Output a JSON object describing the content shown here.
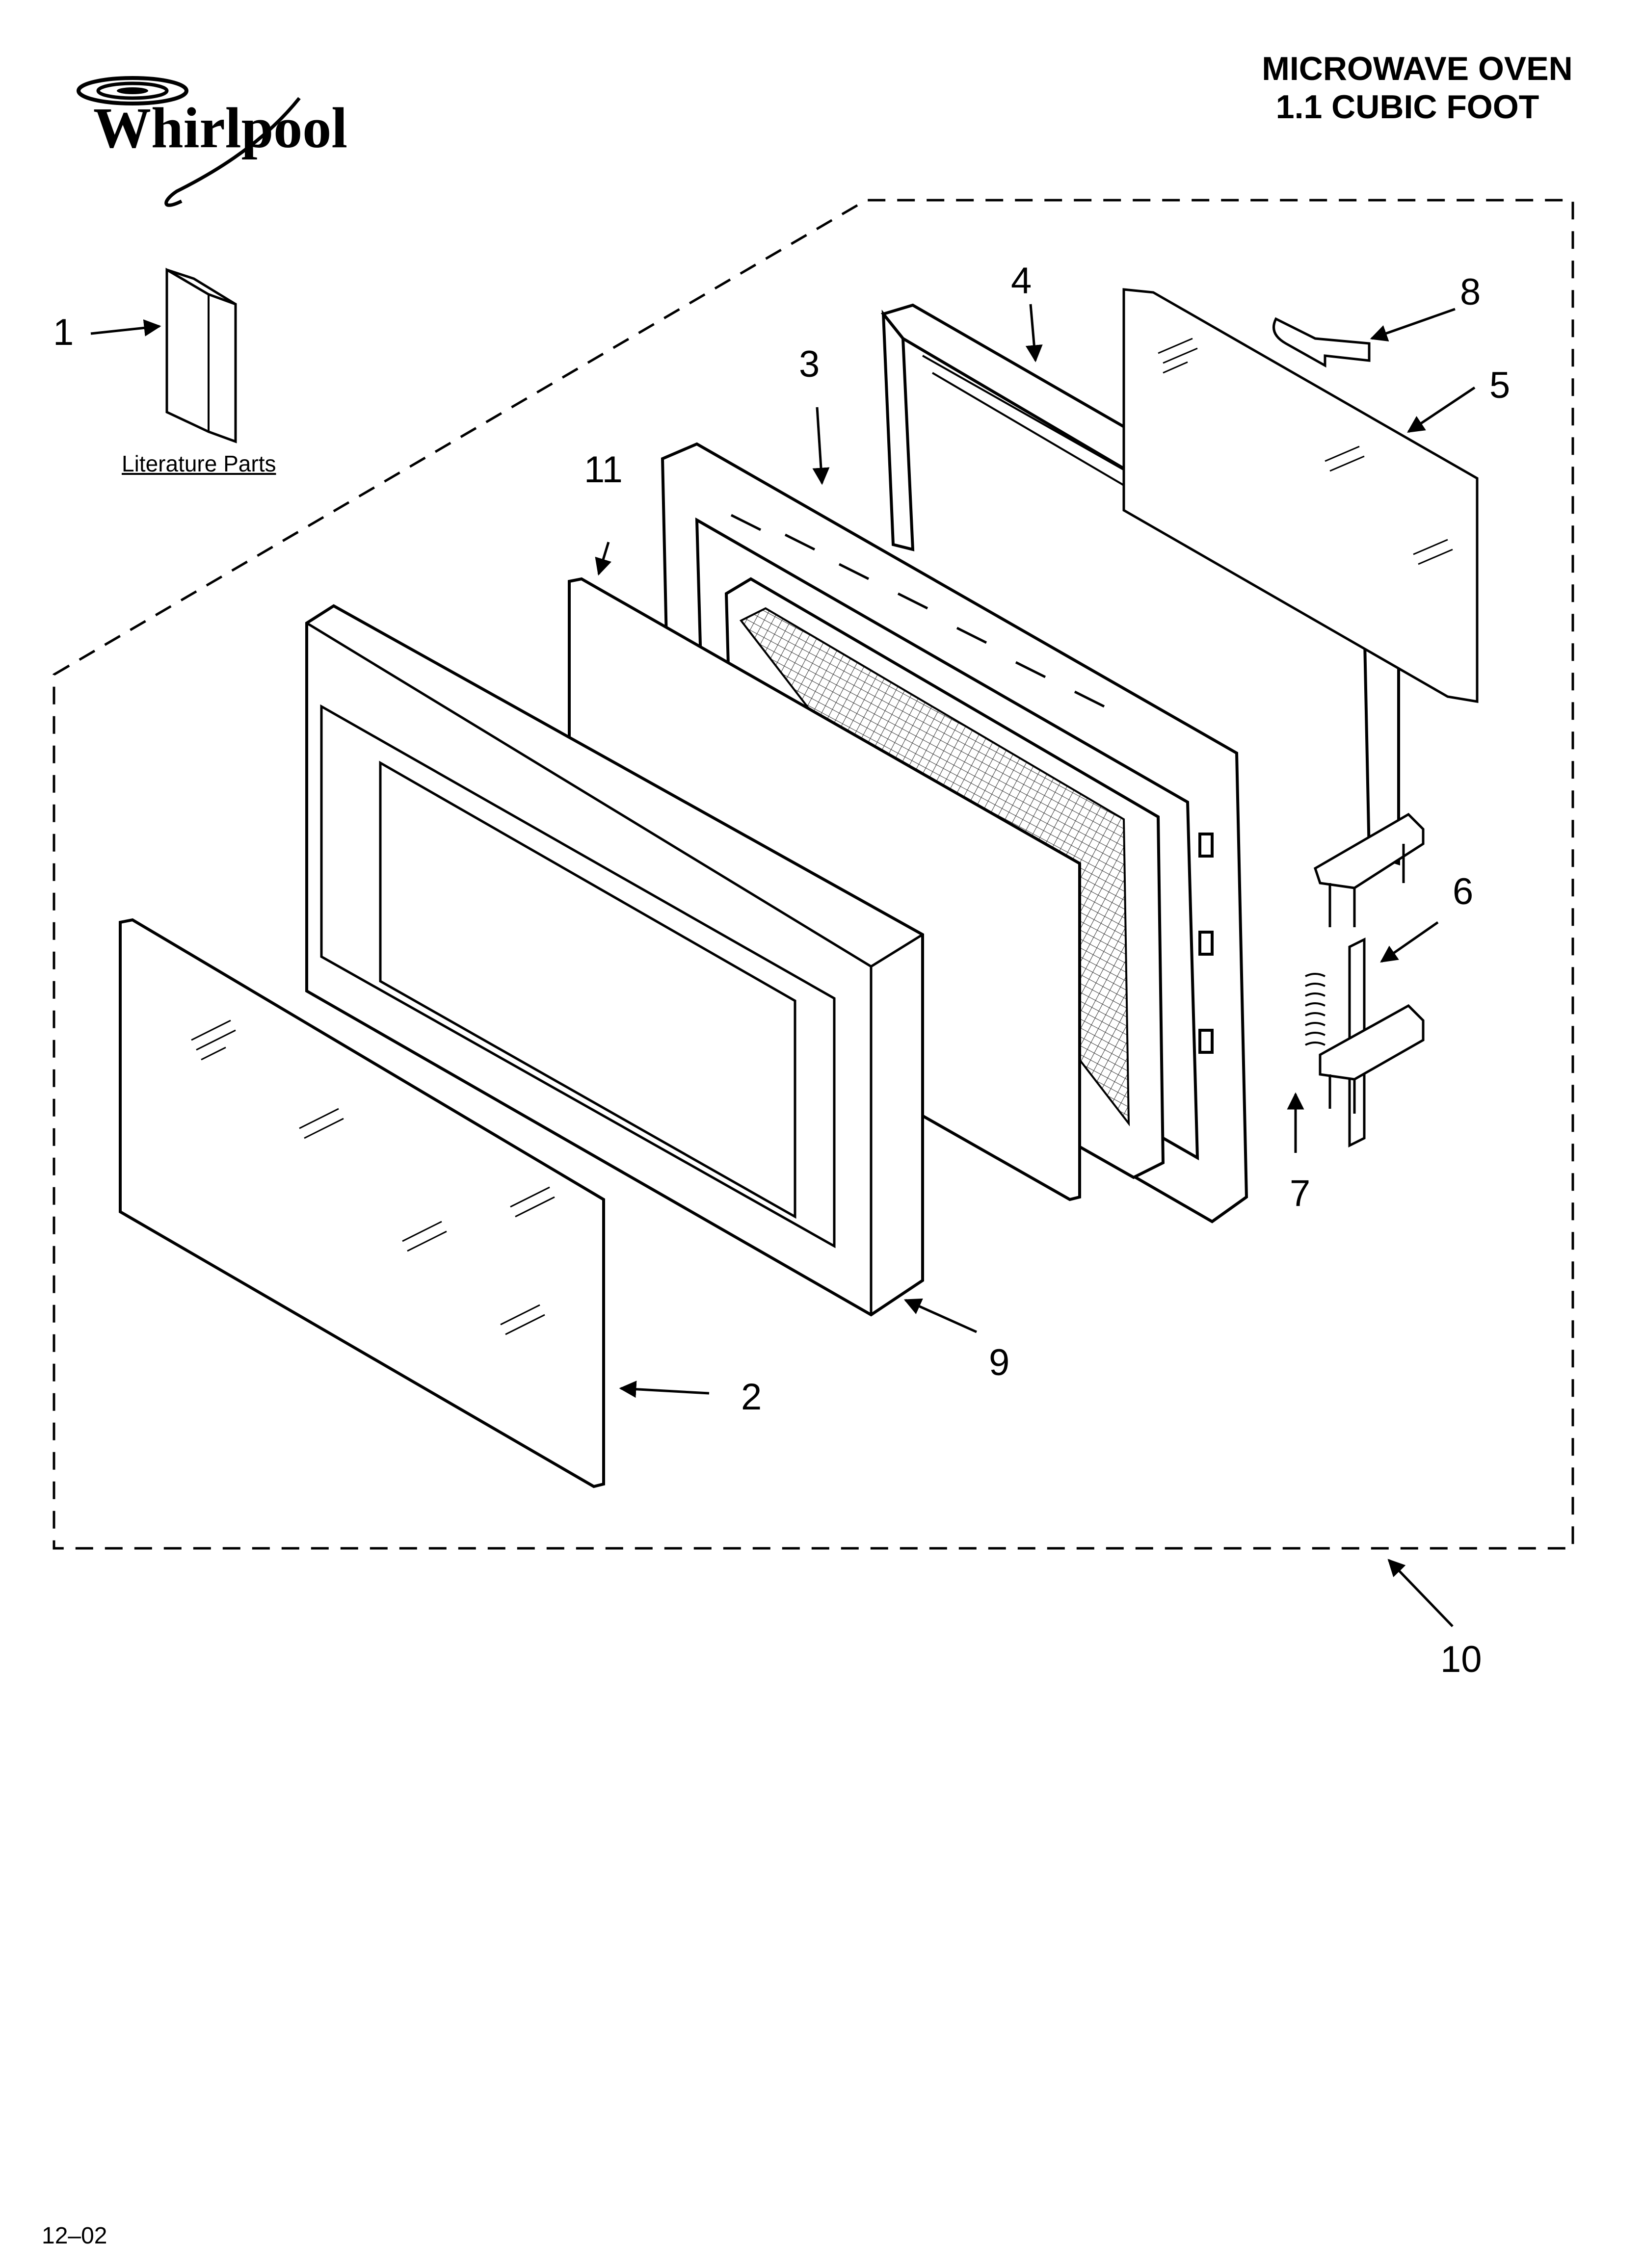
{
  "brand": {
    "logo_text": "Whirlpool"
  },
  "header": {
    "title_line1": "MICROWAVE OVEN",
    "title_line2": "1.1 CUBIC FOOT"
  },
  "literature": {
    "label": "Literature Parts"
  },
  "callouts": [
    "1",
    "2",
    "3",
    "4",
    "5",
    "6",
    "7",
    "8",
    "9",
    "10",
    "11"
  ],
  "footer": {
    "date_code": "12–02"
  }
}
